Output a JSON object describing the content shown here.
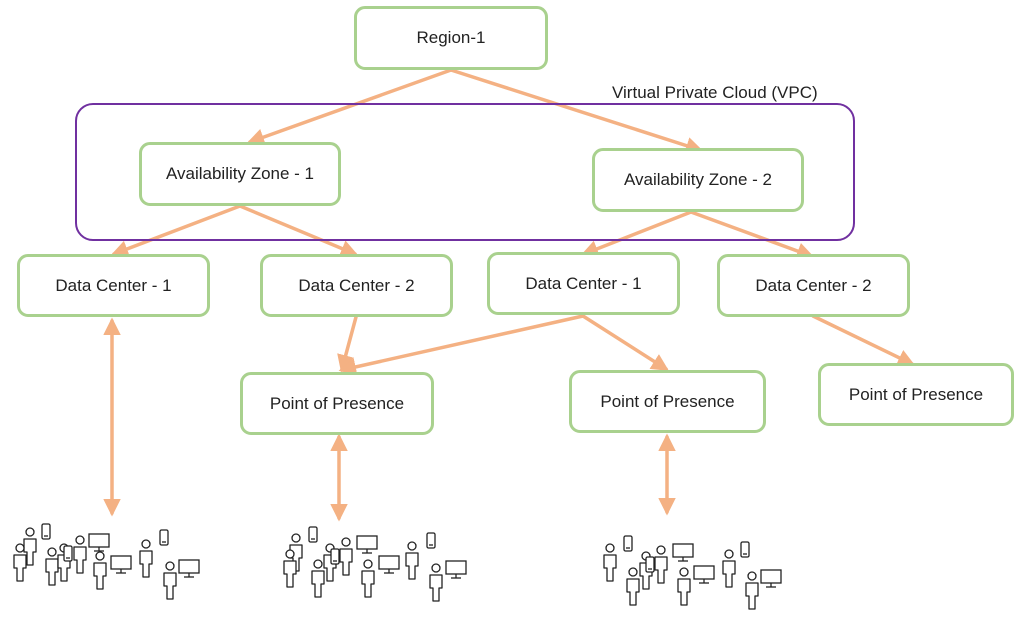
{
  "diagram": {
    "region": "Region-1",
    "vpc_label": "Virtual Private Cloud (VPC)",
    "az1": "Availability Zone - 1",
    "az2": "Availability Zone - 2",
    "dc_a1": "Data Center - 1",
    "dc_a2": "Data Center - 2",
    "dc_b1": "Data Center - 1",
    "dc_b2": "Data Center - 2",
    "pop1": "Point of Presence",
    "pop2": "Point of Presence",
    "pop3": "Point of Presence"
  },
  "colors": {
    "node_border": "#a9d18e",
    "connector": "#f4b183",
    "vpc_border": "#7030a0"
  },
  "user_groups": [
    {
      "people": 8,
      "phones": 3,
      "monitors": 3
    },
    {
      "people": 8,
      "phones": 3,
      "monitors": 3
    },
    {
      "people": 7,
      "phones": 3,
      "monitors": 3
    }
  ]
}
